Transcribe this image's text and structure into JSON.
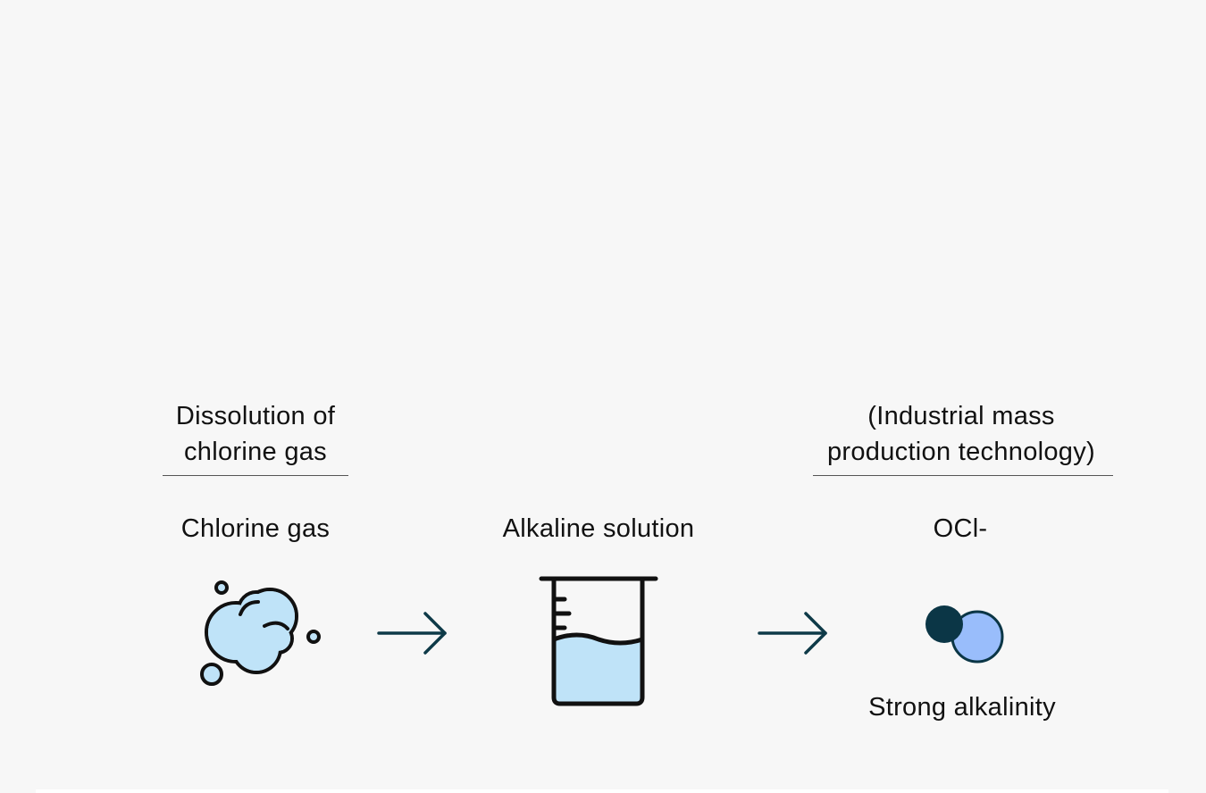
{
  "steps": [
    {
      "heading_lines": [
        "Dissolution of",
        "chlorine gas"
      ],
      "label": "Chlorine gas",
      "icon": "gas-cloud-icon"
    },
    {
      "label": "Alkaline solution",
      "icon": "beaker-icon"
    },
    {
      "heading_lines": [
        "(Industrial mass",
        "production technology)"
      ],
      "label": "OCl-",
      "sublabel": "Strong alkalinity",
      "icon": "molecule-icon"
    }
  ],
  "colors": {
    "background": "#f7f7f7",
    "outline": "#111111",
    "light_blue": "#bfe3f8",
    "molecule_dark": "#0b3646",
    "molecule_light": "#99bdfb",
    "arrow": "#0e3a48"
  }
}
